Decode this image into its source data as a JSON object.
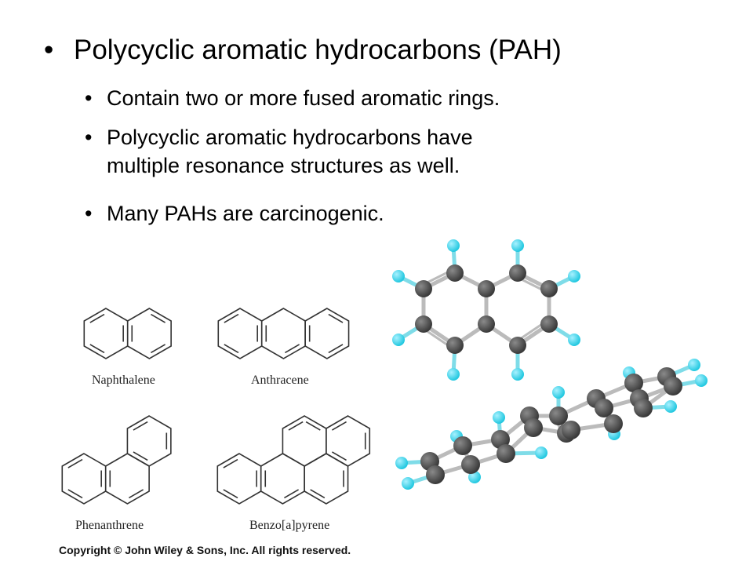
{
  "slide": {
    "bullet_char": "•",
    "title_bullet": "Polycyclic aromatic hydrocarbons (PAH)",
    "sub_bullets": [
      "Contain two or more fused aromatic rings.",
      "Polycyclic aromatic hydrocarbons have",
      "multiple resonance structures as well.",
      "Many PAHs are carcinogenic."
    ]
  },
  "structures": {
    "naphthalene": "Naphthalene",
    "anthracene": "Anthracene",
    "phenanthrene": "Phenanthrene",
    "benzopyrene": "Benzo[a]pyrene"
  },
  "colors": {
    "carbon": "#3a3a3a",
    "hydrogen": "#22c8e0",
    "bond_line": "#333333"
  },
  "footer": {
    "copyright": "Copyright © John Wiley & Sons, Inc. All rights reserved."
  }
}
